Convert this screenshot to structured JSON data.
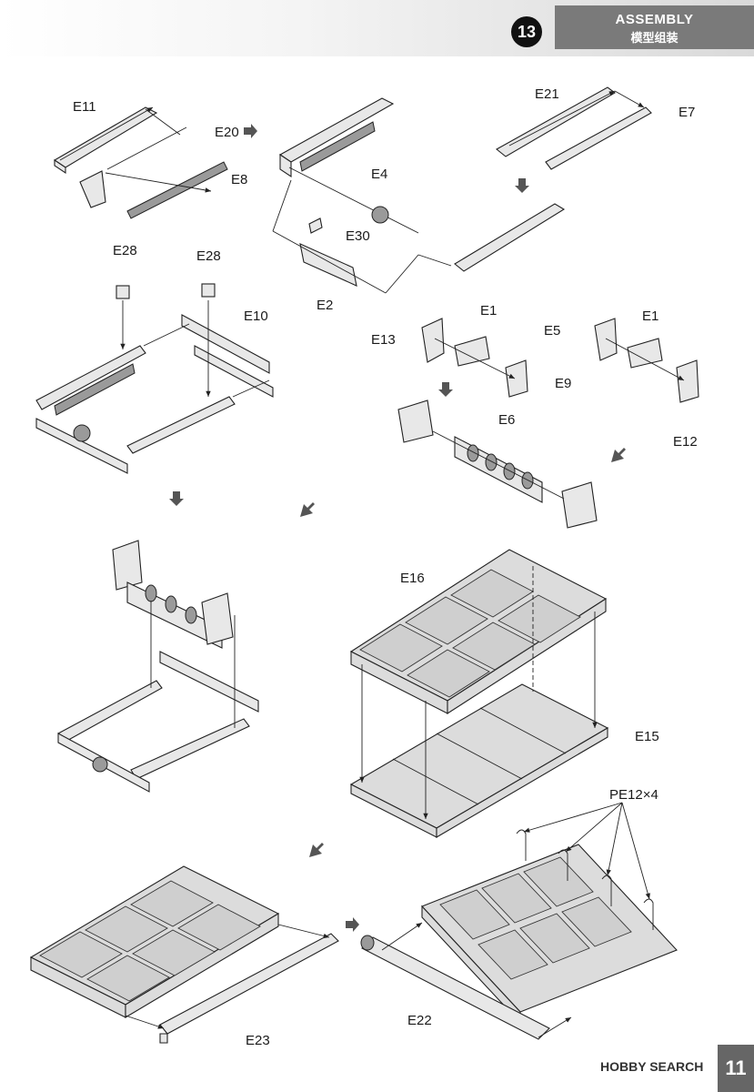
{
  "header": {
    "step_number": "13",
    "title_en": "ASSEMBLY",
    "title_cn": "模型组装"
  },
  "labels": {
    "E11": "E11",
    "E20": "E20",
    "E8": "E8",
    "E21": "E21",
    "E7": "E7",
    "E4": "E4",
    "E30": "E30",
    "E2": "E2",
    "E28a": "E28",
    "E28b": "E28",
    "E10": "E10",
    "E1a": "E1",
    "E13": "E13",
    "E9": "E9",
    "E5": "E5",
    "E1b": "E1",
    "E12": "E12",
    "E6": "E6",
    "E16": "E16",
    "E15": "E15",
    "PE12": "PE12×4",
    "E23": "E23",
    "E22": "E22"
  },
  "footer": {
    "brand": "HOBBY SEARCH",
    "page": "11"
  }
}
